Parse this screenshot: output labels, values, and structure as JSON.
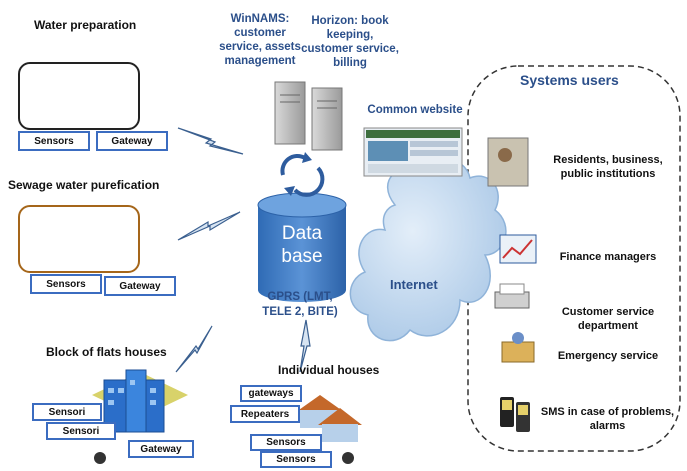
{
  "water_prep": {
    "title": "Water preparation",
    "sensors": "Sensors",
    "gateway": "Gateway"
  },
  "sewage": {
    "title": "Sewage water purefication",
    "sensors": "Sensors",
    "gateway": "Gateway"
  },
  "flats": {
    "title": "Block of flats houses",
    "sensori_1": "Sensori",
    "sensori_2": "Sensori",
    "gateway": "Gateway"
  },
  "individual": {
    "title": "Individual houses",
    "gateways": "gateways",
    "repeaters": "Repeaters",
    "sensors_1": "Sensors",
    "sensors_2": "Sensors"
  },
  "servers": {
    "winnams": "WinNAMS: customer service, assets management",
    "horizon": "Horizon: book keeping, customer service, billing",
    "website": "Common website"
  },
  "database": {
    "line1": "Data",
    "line2": "base"
  },
  "gprs": {
    "line1": "GPRS (LMT,",
    "line2": "TELE 2, BITE)"
  },
  "internet": "Internet",
  "users": {
    "title": "Systems users",
    "residents": "Residents, business, public institutions",
    "finance": "Finance managers",
    "customer_service": "Customer service department",
    "emergency": "Emergency service",
    "sms": "SMS in case of problems, alarms"
  },
  "colors": {
    "accent": "#3b6cc0",
    "db": "#3d7ac4",
    "cloud": "#b9d3ec",
    "title_blue": "#2b4f8a"
  }
}
